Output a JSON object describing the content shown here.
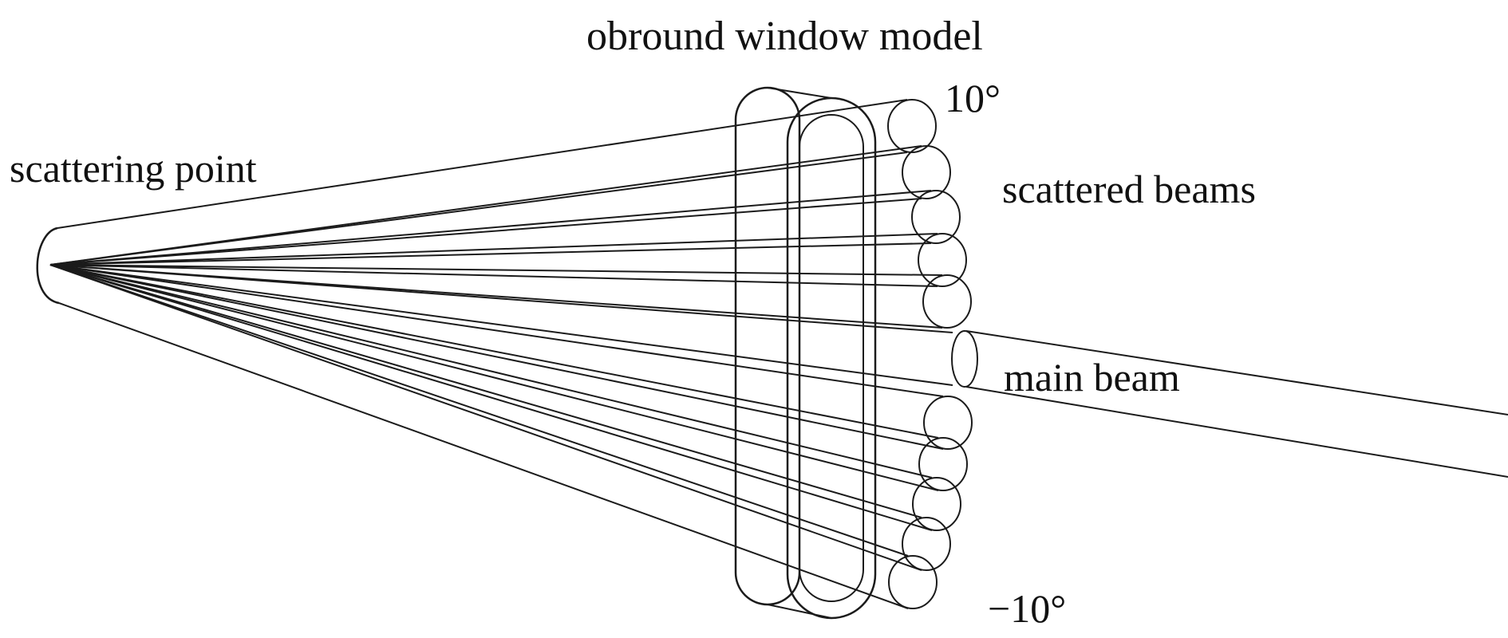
{
  "labels": {
    "window_title": "obround window model",
    "scattering_point": "scattering point",
    "angle_top": "10°",
    "scattered_beams": "scattered beams",
    "main_beam": "main beam",
    "angle_bottom": "−10°"
  },
  "colors": {
    "background": "#ffffff",
    "line": "#1b1b1b",
    "text": "#111111"
  },
  "diagram": {
    "type": "scattered-beam-fan",
    "angle_top_deg": 10,
    "angle_bottom_deg": -10,
    "scattered_beam_count": 10,
    "has_main_beam": true,
    "window_shape": "obround"
  }
}
